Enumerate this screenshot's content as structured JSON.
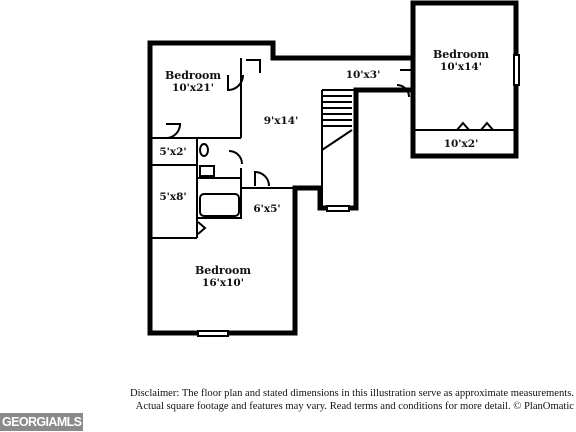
{
  "rooms": {
    "bedroom_top_left": {
      "name": "Bedroom",
      "dims": "10'x21'"
    },
    "bedroom_top_right": {
      "name": "Bedroom",
      "dims": "10'x14'"
    },
    "bedroom_bottom": {
      "name": "Bedroom",
      "dims": "16'x10'"
    },
    "hall_center": {
      "dims": "9'x14'"
    },
    "hall_top": {
      "dims": "10'x3'"
    },
    "closet_right": {
      "dims": "10'x2'"
    },
    "closet_small": {
      "dims": "5'x2'"
    },
    "bath": {
      "dims": "5'x8'"
    },
    "hall_small": {
      "dims": "6'x5'"
    }
  },
  "disclaimer": {
    "line1": "Disclaimer: The floor plan and stated dimensions in this illustration serve as approximate measurements.",
    "line2": "Actual square footage and features may vary. Read terms and conditions for more detail. © PlanOmatic"
  },
  "logo": {
    "text": "GEORGIAMLS"
  }
}
